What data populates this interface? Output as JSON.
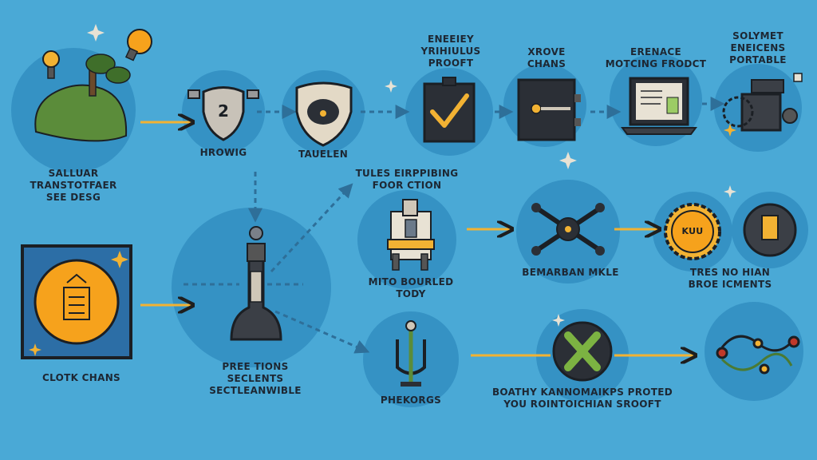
{
  "colors": {
    "background": "#4aa9d6",
    "circle": "#3592c4",
    "dark": "#2b2f36",
    "outline": "#1b1f24",
    "accent_yellow": "#f2b233",
    "accent_orange": "#f6a21c",
    "green": "#5b8c3a",
    "arrow": "#1e1e1e",
    "dashed": "#2e6f99"
  },
  "nodes": [
    {
      "id": "island",
      "icon": "island-with-lightbulbs-icon",
      "lines": [
        "SALLUAR",
        "TRANSTOTFAER",
        "SEE DESG"
      ]
    },
    {
      "id": "hrowig",
      "icon": "shield-number-two-icon",
      "lines": [
        "HROWIG"
      ]
    },
    {
      "id": "tauelen",
      "icon": "shield-helmet-icon",
      "lines": [
        "TAUELEN"
      ]
    },
    {
      "id": "energy",
      "icon": "checkmark-box-icon",
      "lines": [
        "ENEEIEY",
        "YRIHIULUS",
        "PROOFT"
      ]
    },
    {
      "id": "xrove",
      "icon": "safe-vault-icon",
      "lines": [
        "XROVE",
        "CHANS"
      ]
    },
    {
      "id": "erenace",
      "icon": "laptop-document-icon",
      "lines": [
        "ERENACE",
        "MOTCING FRODCT"
      ]
    },
    {
      "id": "portable",
      "icon": "machine-gear-icon",
      "lines": [
        "SOLYMET",
        "ENEICENS",
        "PORTABLE"
      ]
    },
    {
      "id": "clotk",
      "icon": "coin-badge-icon",
      "lines": [
        "CLOTK CHANS"
      ]
    },
    {
      "id": "pree",
      "icon": "tower-pawn-icon",
      "lines": [
        "PREE TIONS",
        "SECLENTS",
        "SECTLEANWIBLE"
      ]
    },
    {
      "id": "tules",
      "icon": "",
      "lines": [
        "TULES EIRPPIBING",
        "FOOR CTION"
      ]
    },
    {
      "id": "mito",
      "icon": "factory-machine-icon",
      "lines": [
        "MITO BOURLED",
        "TODY"
      ]
    },
    {
      "id": "bemarban",
      "icon": "drone-icon",
      "lines": [
        "BEMARBAN MKLE"
      ]
    },
    {
      "id": "tres",
      "icon": "gear-badges-icon",
      "badge_text": "KUU",
      "lines": [
        "TRES NO HIAN",
        "BROE ICMENTS"
      ]
    },
    {
      "id": "phekorgs",
      "icon": "fork-tuning-icon",
      "lines": [
        "PHEKORGS"
      ]
    },
    {
      "id": "boathy",
      "icon": "x-mark-icon",
      "lines": [
        "BOATHY KANNOMAIKPS PROTED",
        "YOU ROINTOICHIAN SROOFT"
      ]
    },
    {
      "id": "network",
      "icon": "network-chain-icon",
      "lines": []
    }
  ]
}
